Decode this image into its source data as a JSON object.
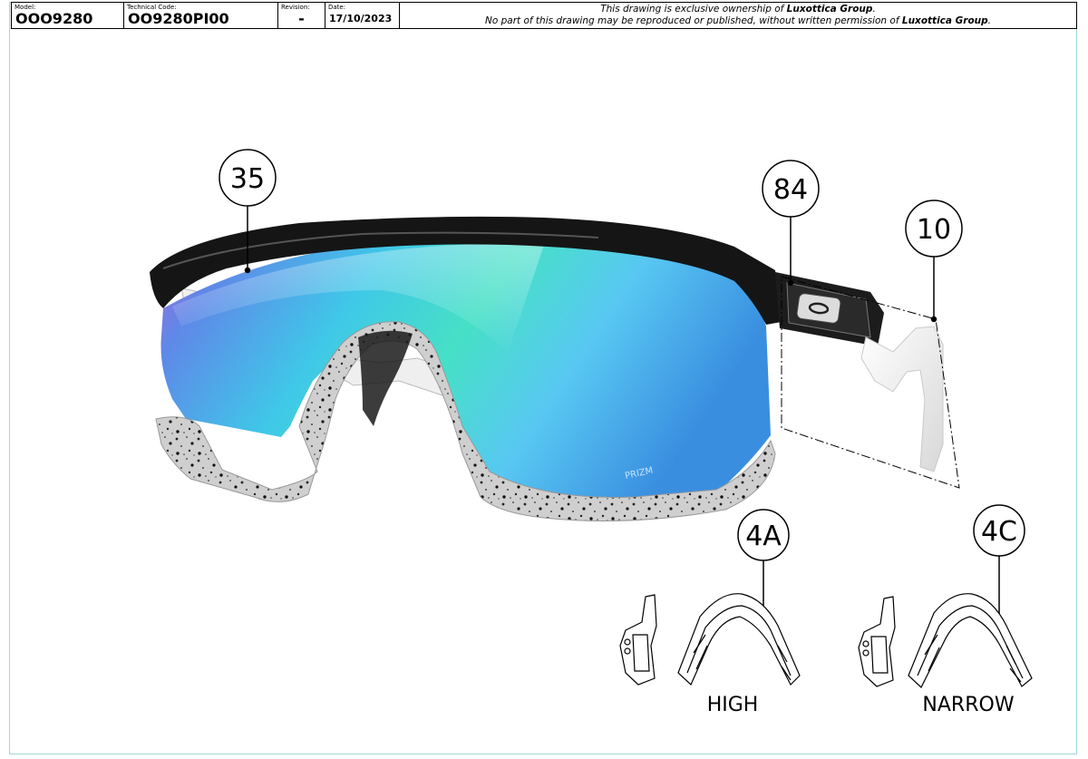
{
  "header": {
    "model_label": "Model:",
    "model_value": "OOO9280",
    "code_label": "Technical Code:",
    "code_value": "OO9280PI00",
    "revision_label": "Revision:",
    "revision_value": "-",
    "date_label": "Date:",
    "date_value": "17/10/2023",
    "notice_line1_a": "This drawing is exclusive ownership of ",
    "notice_line1_b": "Luxottica Group",
    "notice_line1_c": ".",
    "notice_line2_a": "No part of this drawing may be reproduced or published, without written permission of ",
    "notice_line2_b": "Luxottica Group",
    "notice_line2_c": "."
  },
  "callouts": {
    "frame": "35",
    "temple_logo": "84",
    "temple": "10",
    "nosepad_high": "4A",
    "nosepad_narrow": "4C"
  },
  "labels": {
    "high": "HIGH",
    "narrow": "NARROW"
  },
  "lens_brand": "PRIZM",
  "colors": {
    "frame_black": "#151515",
    "lens_blue": "#4fb8f0",
    "lens_teal": "#3fe0c8",
    "lens_purple": "#9a6ee0",
    "speckle_grey": "#cfcfcf",
    "border_teal": "#9fd6d6"
  }
}
